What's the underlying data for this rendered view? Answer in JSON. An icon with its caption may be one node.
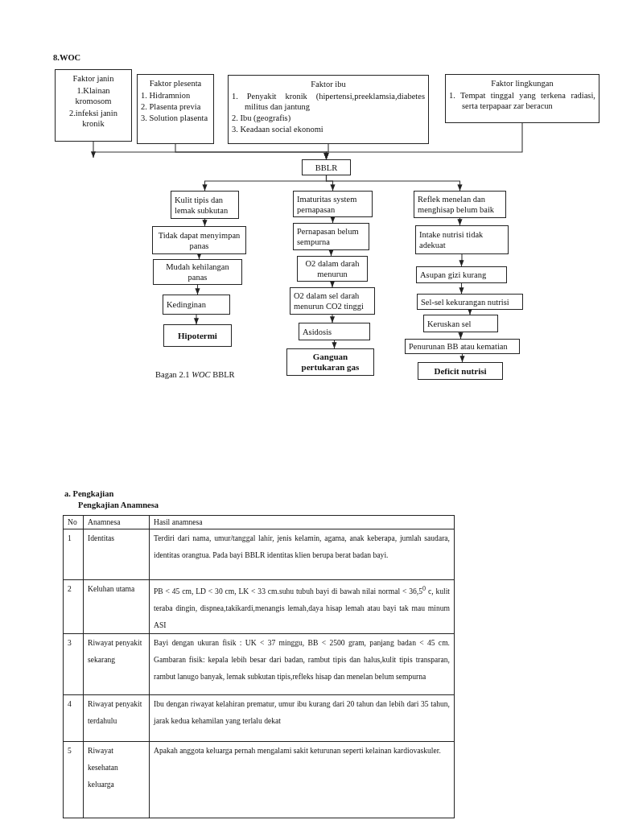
{
  "diagram": {
    "title": "8.WOC",
    "caption": "Bagan 2.1 *WOC* BBLR",
    "nodes": [
      {
        "text": [
          "Faktor janin",
          "1.Klainan kromosom",
          "2.infeksi janin kronik"
        ]
      },
      {
        "text": [
          "Faktor plesenta",
          "1. Hidramnion",
          "2. Plasenta previa",
          "3. Solution plasenta"
        ]
      },
      {
        "text": [
          "Faktor ibu",
          "1. Penyakit kronik (hipertensi,preeklamsia,diabetes militus dan jantung",
          "2. Ibu (geografis)",
          "3. Keadaan social ekonomi"
        ]
      },
      {
        "text": [
          "Faktor lingkungan",
          "1. Tempat tinggal yang terkena radiasi, serta terpapaar zar beracun"
        ]
      },
      {
        "text": [
          "BBLR"
        ]
      },
      {
        "text": [
          "Kulit tipis dan lemak subkutan"
        ]
      },
      {
        "text": [
          "Imaturitas system pernapasan"
        ]
      },
      {
        "text": [
          "Reflek menelan dan menghisap belum baik"
        ]
      },
      {
        "text": [
          "Tidak dapat menyimpan panas"
        ]
      },
      {
        "text": [
          "Mudah kehilangan panas"
        ]
      },
      {
        "text": [
          "Kedinginan"
        ]
      },
      {
        "text": [
          "Hipotermi"
        ]
      },
      {
        "text": [
          "Pernapasan belum sempurna"
        ]
      },
      {
        "text": [
          "O2 dalam darah menurun"
        ]
      },
      {
        "text": [
          "O2 dalam sel darah menurun CO2 tinggi"
        ]
      },
      {
        "text": [
          "Asidosis"
        ]
      },
      {
        "text": [
          "Ganguan pertukaran gas"
        ]
      },
      {
        "text": [
          "Intake nutrisi tidak adekuat"
        ]
      },
      {
        "text": [
          "Asupan gizi kurang"
        ]
      },
      {
        "text": [
          "Sel-sel kekurangan nutrisi"
        ]
      },
      {
        "text": [
          "Keruskan sel"
        ]
      },
      {
        "text": [
          "Penurunan BB atau kematian"
        ]
      },
      {
        "text": [
          "Deficit nutrisi"
        ]
      }
    ],
    "edges": [
      {
        "from": 0,
        "to": 4,
        "arrow": "to"
      },
      {
        "from": 1,
        "to": 4,
        "arrow": "to"
      },
      {
        "from": 2,
        "to": 4,
        "arrow": "to"
      },
      {
        "from": 3,
        "to": 4,
        "arrow": "to"
      },
      {
        "from": 4,
        "to": 5,
        "arrow": "to"
      },
      {
        "from": 4,
        "to": 6,
        "arrow": "to"
      },
      {
        "from": 4,
        "to": 7,
        "arrow": "to"
      },
      {
        "from": 5,
        "to": 8,
        "arrow": "to"
      },
      {
        "from": 8,
        "to": 9,
        "arrow": "to"
      },
      {
        "from": 9,
        "to": 10,
        "arrow": "to"
      },
      {
        "from": 10,
        "to": 11,
        "arrow": "to"
      },
      {
        "from": 6,
        "to": 12,
        "arrow": "to"
      },
      {
        "from": 12,
        "to": 13,
        "arrow": "to"
      },
      {
        "from": 13,
        "to": 14,
        "arrow": "to"
      },
      {
        "from": 14,
        "to": 15,
        "arrow": "to"
      },
      {
        "from": 15,
        "to": 16,
        "arrow": "to"
      },
      {
        "from": 7,
        "to": 17,
        "arrow": "to"
      },
      {
        "from": 17,
        "to": 18,
        "arrow": "to"
      },
      {
        "from": 18,
        "to": 19,
        "arrow": "to"
      },
      {
        "from": 19,
        "to": 20,
        "arrow": "to"
      },
      {
        "from": 20,
        "to": 21,
        "arrow": "to"
      },
      {
        "from": 21,
        "to": 22,
        "arrow": "to"
      }
    ],
    "labels": [
      "a. Pengkajian",
      "Pengkajian Anamnesa",
      "No",
      "Anamnesa",
      "Hasil anamnesa",
      "1",
      "Identitas",
      "Terdiri dari nama, umur/tanggal lahir, jenis kelamin, agama, anak keberapa, jumlah saudara, identitas orangtua. Pada bayi BBLR identitas klien berupa berat badan bayi.",
      "2",
      "Keluhan utama",
      "PB < 45 cm, LD < 30 cm, LK < 33 cm.suhu tubuh bayi di bawah nilai normal < 36,5$^{0}$ c, kulit teraba dingin, dispnea,takikardi,menangis lemah,daya hisap lemah atau bayi tak mau minum ASI",
      "3",
      "Riwayat penyakit sekarang",
      "Bayi dengan ukuran fisik : UK < 37 minggu, BB < 2500 gram, panjang badan < 45 cm. Gambaran fisik: kepala lebih besar dari badan, rambut tipis dan halus,kulit tipis transparan, rambut lanugo banyak, lemak subkutan tipis,refleks hisap dan menelan belum sempurna",
      "4",
      "Riwayat penyakit terdahulu",
      "Ibu dengan riwayat kelahiran prematur, umur ibu kurang dari 20 tahun dan lebih dari 35 tahun, jarak kedua kehamilan yang terlalu dekat",
      "5",
      "Riwayat kesehatan keluarga",
      "Apakah anggota keluarga pernah mengalami sakit keturunan seperti kelainan kardiovaskuler."
    ]
  }
}
